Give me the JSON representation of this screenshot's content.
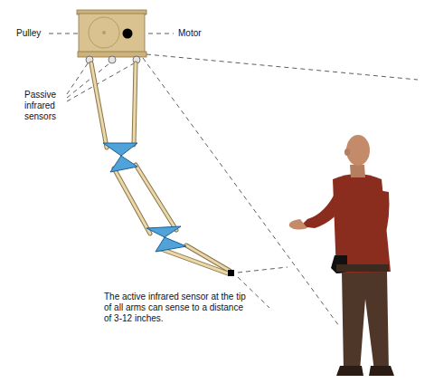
{
  "diagram": {
    "labels": [
      "Pulley",
      "Motor",
      "Passive infrared sensors",
      "The active infrared sensor at the tip of all arms can sense to a distance of 3-12 inches."
    ]
  }
}
